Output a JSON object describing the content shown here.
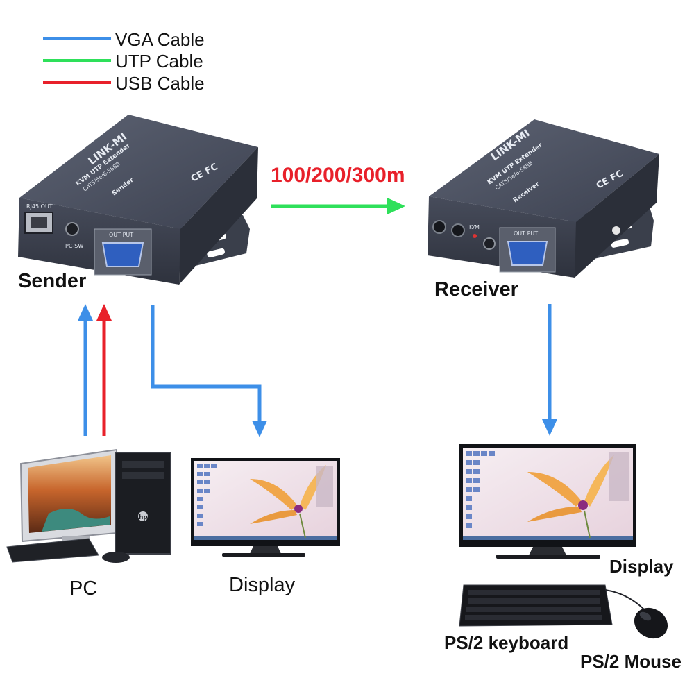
{
  "legend": {
    "items": [
      {
        "label": "VGA Cable",
        "color": "#3d8fe8"
      },
      {
        "label": "UTP Cable",
        "color": "#2ee05a"
      },
      {
        "label": "USB Cable",
        "color": "#e8202a"
      }
    ]
  },
  "distance_label": "100/200/300m",
  "distance_color": "#e8202a",
  "sender": {
    "label": "Sender",
    "brand": "LINK-MI",
    "product": "KVM UTP Extender",
    "model": "CAT5/5e/6-588B",
    "role": "Sender",
    "port_rj45": "RJ45 OUT",
    "port_vga": "OUT PUT",
    "port_pc": "PC-SW"
  },
  "receiver": {
    "label": "Receiver",
    "brand": "LINK-MI",
    "product": "KVM UTP Extender",
    "model": "CAT5/5e/6-588B",
    "role": "Receiver",
    "port_vga": "OUT PUT",
    "port_kvm": "K/M"
  },
  "pc": {
    "label": "PC",
    "tower_badge": "hp"
  },
  "display_left": {
    "label": "Display"
  },
  "display_right": {
    "label": "Display"
  },
  "keyboard": {
    "label": "PS/2 keyboard"
  },
  "mouse": {
    "label": "PS/2 Mouse"
  },
  "certs": "CE FC"
}
